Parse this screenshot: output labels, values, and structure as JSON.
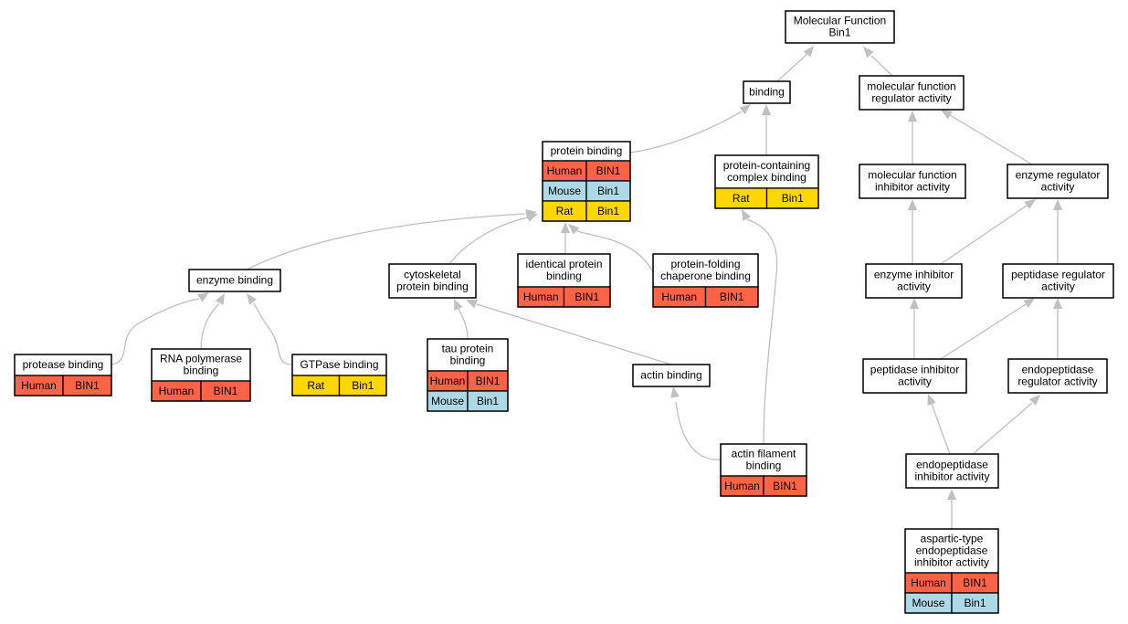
{
  "colors": {
    "human": "#ff6347",
    "mouse": "#add8e6",
    "rat": "#ffd700",
    "edge": "#c0c0c0",
    "node_border": "#000000"
  },
  "nodes": {
    "molecular_function": {
      "label": [
        "Molecular Function",
        "Bin1"
      ],
      "rows": []
    },
    "binding": {
      "label": [
        "binding"
      ],
      "rows": []
    },
    "mf_regulator_activity": {
      "label": [
        "molecular function",
        "regulator activity"
      ],
      "rows": []
    },
    "protein_binding": {
      "label": [
        "protein binding"
      ],
      "rows": [
        {
          "species": "Human",
          "gene": "BIN1"
        },
        {
          "species": "Mouse",
          "gene": "Bin1"
        },
        {
          "species": "Rat",
          "gene": "Bin1"
        }
      ]
    },
    "protein_containing_complex_binding": {
      "label": [
        "protein-containing",
        "complex binding"
      ],
      "rows": [
        {
          "species": "Rat",
          "gene": "Bin1"
        }
      ]
    },
    "mf_inhibitor_activity": {
      "label": [
        "molecular function",
        "inhibitor activity"
      ],
      "rows": []
    },
    "enzyme_regulator_activity": {
      "label": [
        "enzyme regulator",
        "activity"
      ],
      "rows": []
    },
    "enzyme_binding": {
      "label": [
        "enzyme binding"
      ],
      "rows": []
    },
    "cytoskeletal_protein_binding": {
      "label": [
        "cytoskeletal",
        "protein binding"
      ],
      "rows": []
    },
    "identical_protein_binding": {
      "label": [
        "identical protein",
        "binding"
      ],
      "rows": [
        {
          "species": "Human",
          "gene": "BIN1"
        }
      ]
    },
    "protein_folding_chaperone_binding": {
      "label": [
        "protein-folding",
        "chaperone binding"
      ],
      "rows": [
        {
          "species": "Human",
          "gene": "BIN1"
        }
      ]
    },
    "enzyme_inhibitor_activity": {
      "label": [
        "enzyme inhibitor",
        "activity"
      ],
      "rows": []
    },
    "peptidase_regulator_activity": {
      "label": [
        "peptidase regulator",
        "activity"
      ],
      "rows": []
    },
    "protease_binding": {
      "label": [
        "protease binding"
      ],
      "rows": [
        {
          "species": "Human",
          "gene": "BIN1"
        }
      ]
    },
    "rna_polymerase_binding": {
      "label": [
        "RNA polymerase",
        "binding"
      ],
      "rows": [
        {
          "species": "Human",
          "gene": "BIN1"
        }
      ]
    },
    "gtpase_binding": {
      "label": [
        "GTPase binding"
      ],
      "rows": [
        {
          "species": "Rat",
          "gene": "Bin1"
        }
      ]
    },
    "tau_protein_binding": {
      "label": [
        "tau protein",
        "binding"
      ],
      "rows": [
        {
          "species": "Human",
          "gene": "BIN1"
        },
        {
          "species": "Mouse",
          "gene": "Bin1"
        }
      ]
    },
    "actin_binding": {
      "label": [
        "actin binding"
      ],
      "rows": []
    },
    "peptidase_inhibitor_activity": {
      "label": [
        "peptidase inhibitor",
        "activity"
      ],
      "rows": []
    },
    "endopeptidase_regulator_activity": {
      "label": [
        "endopeptidase",
        "regulator activity"
      ],
      "rows": []
    },
    "actin_filament_binding": {
      "label": [
        "actin filament",
        "binding"
      ],
      "rows": [
        {
          "species": "Human",
          "gene": "BIN1"
        }
      ]
    },
    "endopeptidase_inhibitor_activity": {
      "label": [
        "endopeptidase",
        "inhibitor activity"
      ],
      "rows": []
    },
    "aspartic_type_endopeptidase_inhibitor_activity": {
      "label": [
        "aspartic-type",
        "endopeptidase",
        "inhibitor activity"
      ],
      "rows": [
        {
          "species": "Human",
          "gene": "BIN1"
        },
        {
          "species": "Mouse",
          "gene": "Bin1"
        }
      ]
    }
  },
  "edges": [
    {
      "from": "binding",
      "to": "molecular_function"
    },
    {
      "from": "mf_regulator_activity",
      "to": "molecular_function"
    },
    {
      "from": "protein_binding",
      "to": "binding"
    },
    {
      "from": "protein_containing_complex_binding",
      "to": "binding"
    },
    {
      "from": "mf_inhibitor_activity",
      "to": "mf_regulator_activity"
    },
    {
      "from": "enzyme_regulator_activity",
      "to": "mf_regulator_activity"
    },
    {
      "from": "enzyme_binding",
      "to": "protein_binding"
    },
    {
      "from": "cytoskeletal_protein_binding",
      "to": "protein_binding"
    },
    {
      "from": "identical_protein_binding",
      "to": "protein_binding"
    },
    {
      "from": "protein_folding_chaperone_binding",
      "to": "protein_binding"
    },
    {
      "from": "enzyme_inhibitor_activity",
      "to": "mf_inhibitor_activity"
    },
    {
      "from": "enzyme_inhibitor_activity",
      "to": "enzyme_regulator_activity"
    },
    {
      "from": "peptidase_regulator_activity",
      "to": "enzyme_regulator_activity"
    },
    {
      "from": "protease_binding",
      "to": "enzyme_binding"
    },
    {
      "from": "rna_polymerase_binding",
      "to": "enzyme_binding"
    },
    {
      "from": "gtpase_binding",
      "to": "enzyme_binding"
    },
    {
      "from": "tau_protein_binding",
      "to": "cytoskeletal_protein_binding"
    },
    {
      "from": "actin_binding",
      "to": "cytoskeletal_protein_binding"
    },
    {
      "from": "peptidase_inhibitor_activity",
      "to": "enzyme_inhibitor_activity"
    },
    {
      "from": "peptidase_inhibitor_activity",
      "to": "peptidase_regulator_activity"
    },
    {
      "from": "endopeptidase_regulator_activity",
      "to": "peptidase_regulator_activity"
    },
    {
      "from": "actin_filament_binding",
      "to": "actin_binding"
    },
    {
      "from": "actin_filament_binding",
      "to": "protein_containing_complex_binding"
    },
    {
      "from": "endopeptidase_inhibitor_activity",
      "to": "peptidase_inhibitor_activity"
    },
    {
      "from": "endopeptidase_inhibitor_activity",
      "to": "endopeptidase_regulator_activity"
    },
    {
      "from": "aspartic_type_endopeptidase_inhibitor_activity",
      "to": "endopeptidase_inhibitor_activity"
    }
  ]
}
